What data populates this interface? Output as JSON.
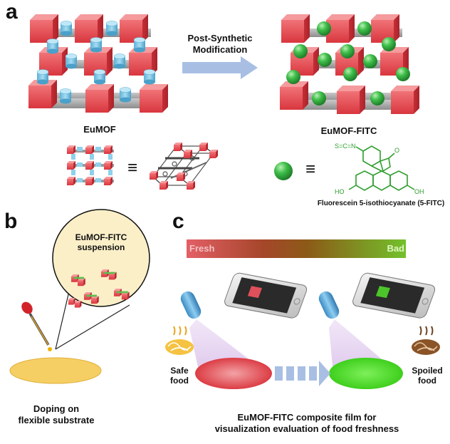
{
  "panel_a": {
    "letter": "a",
    "arrow_label_line1": "Post-Synthetic",
    "arrow_label_line2": "Modification",
    "left_caption": "EuMOF",
    "right_caption": "EuMOF-FITC",
    "equiv_symbol": "≡",
    "fitc_name": "Fluorescein 5-isothiocyanate (5-FITC)",
    "molecule_scn": "S=C=N",
    "molecule_ho": "HO",
    "molecule_oh": "OH",
    "molecule_o": "O"
  },
  "panel_b": {
    "letter": "b",
    "bubble_line1": "EuMOF-FITC",
    "bubble_line2": "suspension",
    "caption_line1": "Doping on",
    "caption_line2": "flexible substrate"
  },
  "panel_c": {
    "letter": "c",
    "gradient_left": "Fresh",
    "gradient_right": "Bad",
    "safe_line1": "Safe",
    "safe_line2": "food",
    "spoiled_line1": "Spoiled",
    "spoiled_line2": "food",
    "caption_line1": "EuMOF-FITC composite film for",
    "caption_line2": "visualization evaluation of food freshness"
  },
  "colors": {
    "red_block": "#e8464c",
    "blue_linker": "#7fc7e6",
    "green_sphere": "#3cb44b",
    "fitc_green": "#2e9e2e",
    "fresh_red": "#e0505a",
    "bad_green": "#6fbf2a",
    "arrow_blue": "#a8bfe3",
    "substrate_yellow": "#f6cf64",
    "bubble_fill": "#fbefc8"
  }
}
